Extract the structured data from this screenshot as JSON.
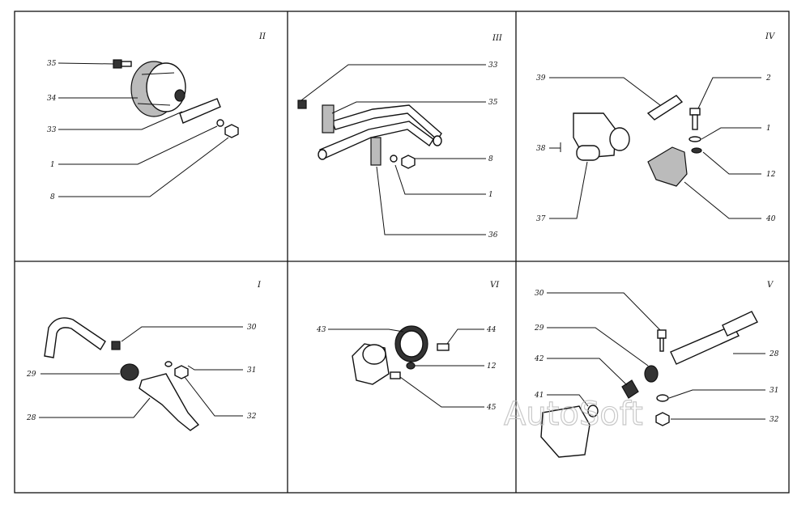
{
  "panels": [
    {
      "id": "II",
      "roman": "II",
      "callouts": [
        "35",
        "34",
        "33",
        "1",
        "8"
      ]
    },
    {
      "id": "III",
      "roman": "III",
      "callouts": [
        "33",
        "35",
        "8",
        "1",
        "36"
      ]
    },
    {
      "id": "IV",
      "roman": "IV",
      "callouts": [
        "39",
        "2",
        "1",
        "38",
        "12",
        "37",
        "40"
      ]
    },
    {
      "id": "I",
      "roman": "I",
      "callouts": [
        "30",
        "29",
        "31",
        "28",
        "32"
      ]
    },
    {
      "id": "VI",
      "roman": "VI",
      "callouts": [
        "43",
        "44",
        "12",
        "45"
      ]
    },
    {
      "id": "V",
      "roman": "V",
      "callouts": [
        "30",
        "29",
        "28",
        "42",
        "41",
        "31",
        "32"
      ]
    }
  ],
  "watermark": "AutoSoft"
}
